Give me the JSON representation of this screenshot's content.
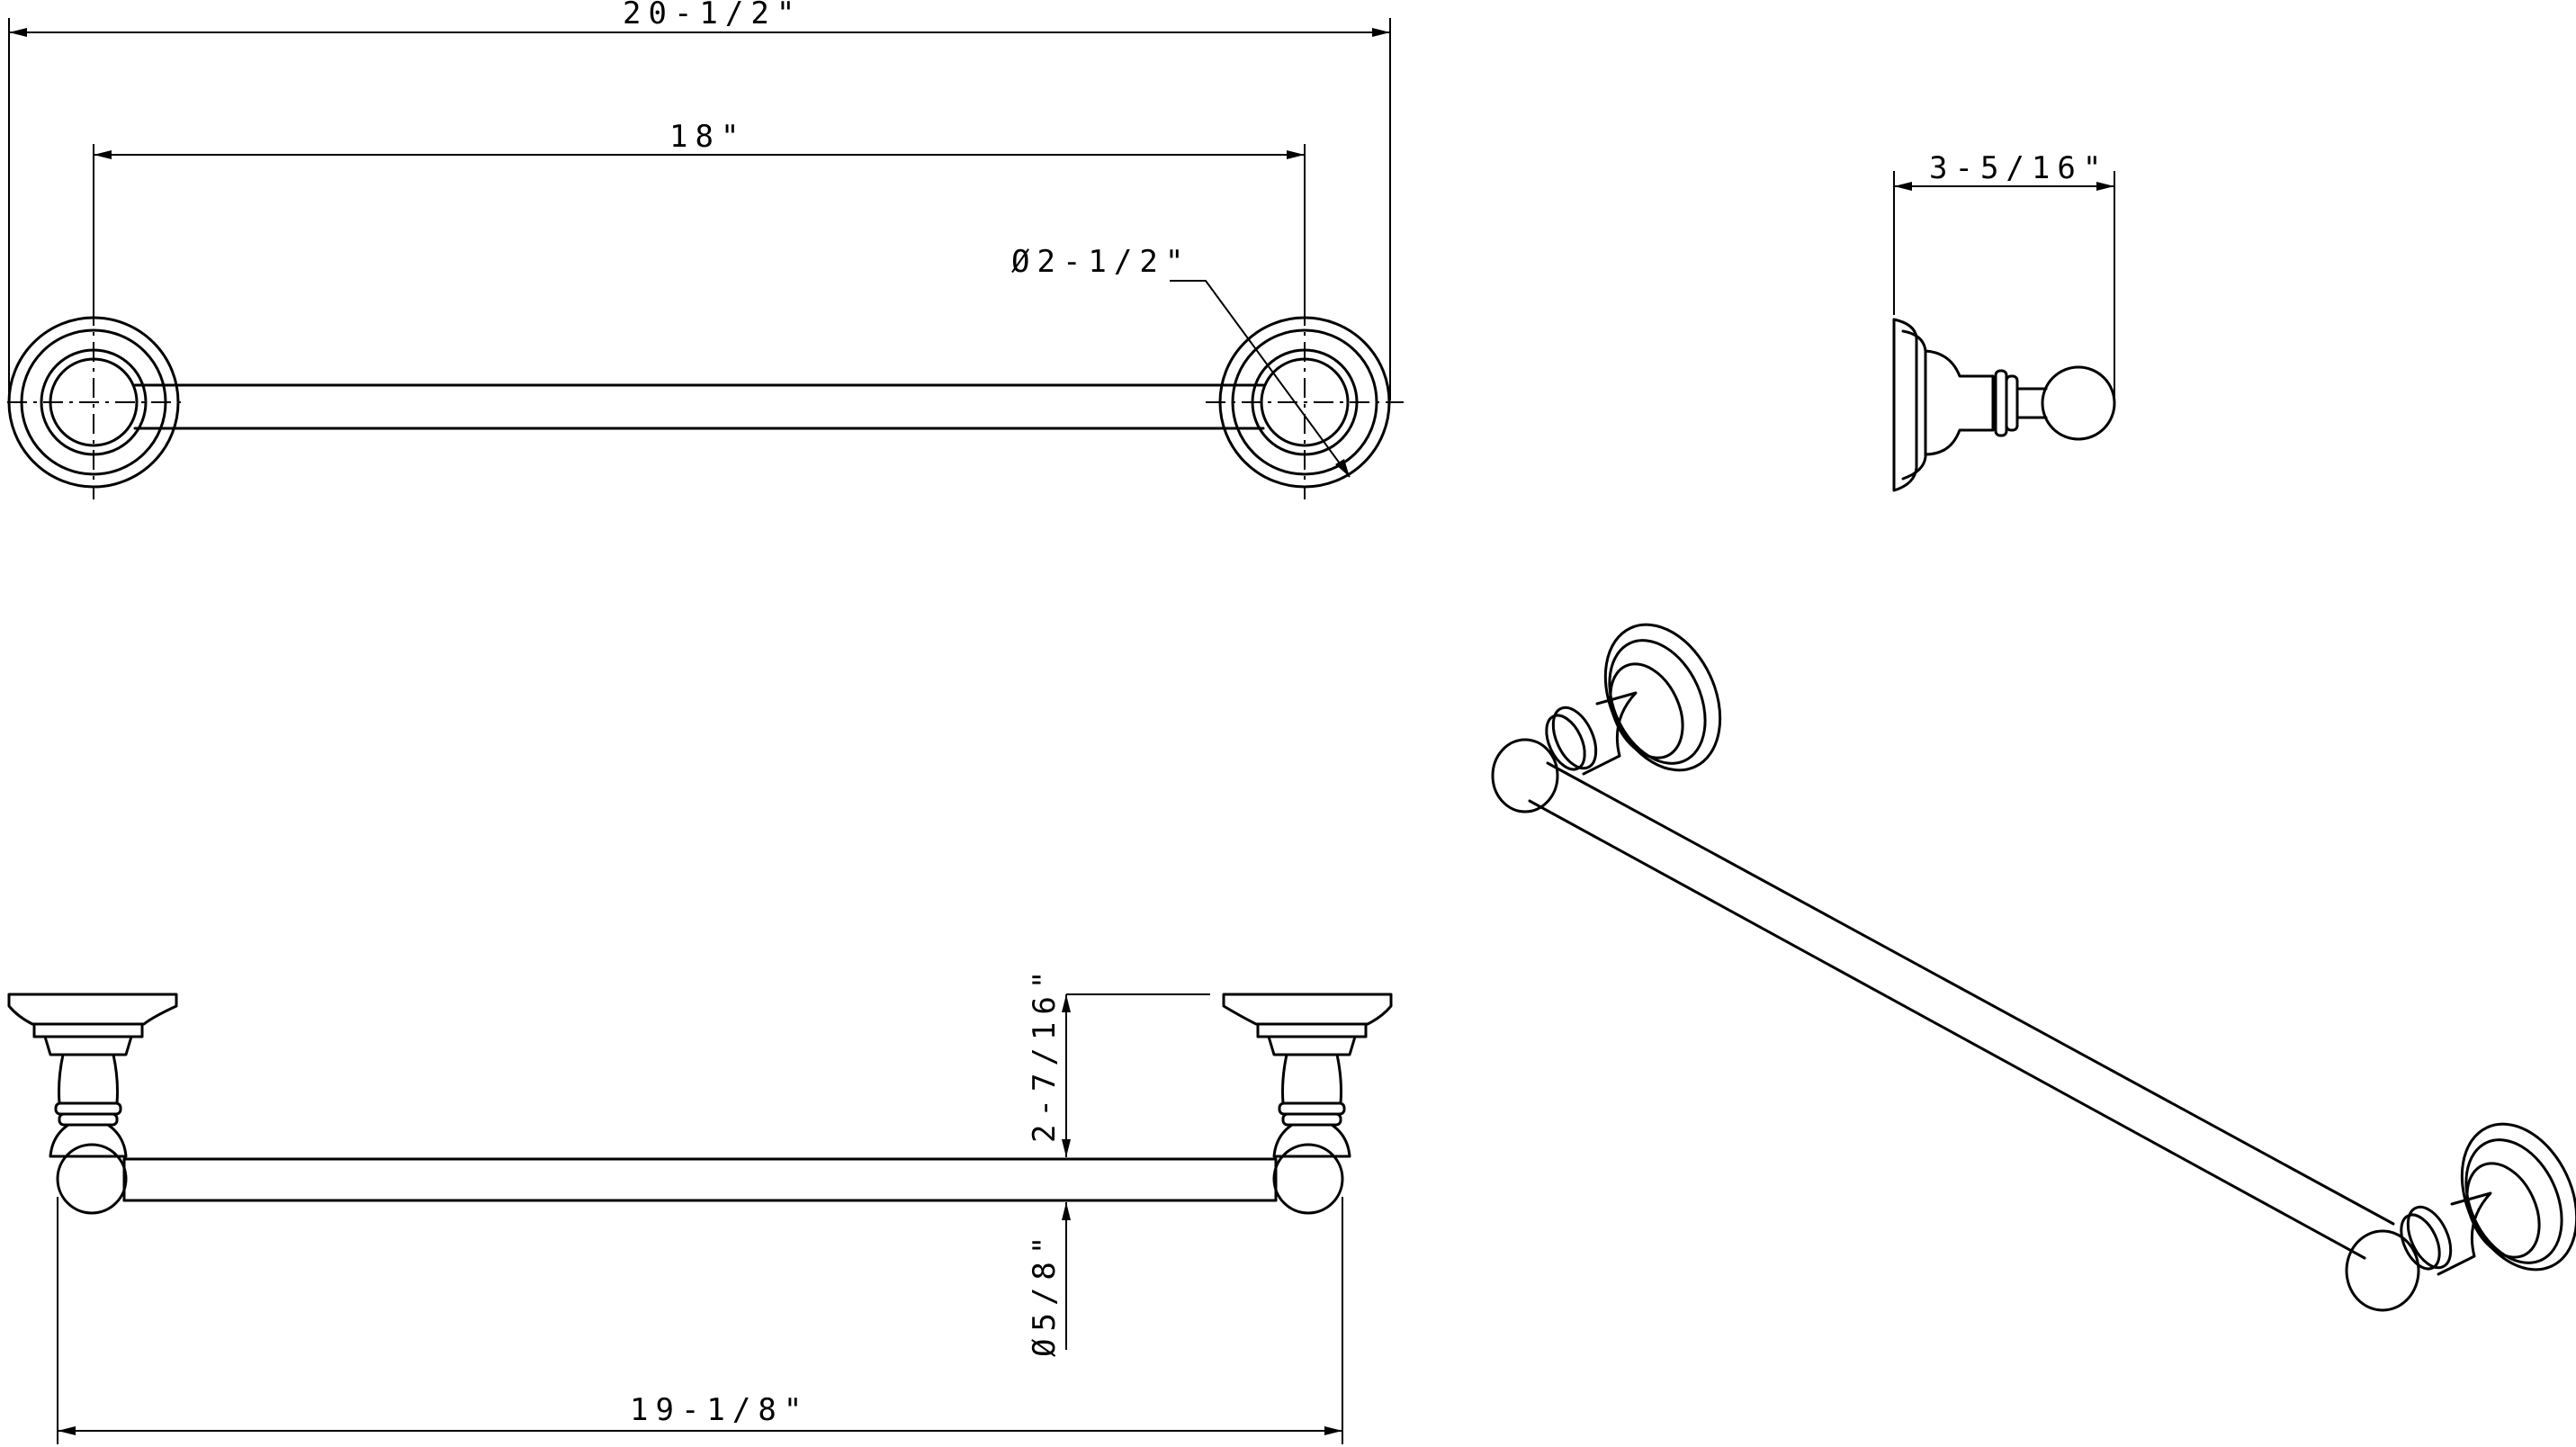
{
  "dimensions": {
    "overall_width": "20-1/2\"",
    "post_spacing": "18\"",
    "flange_diameter": "Ø2-1/2\"",
    "projection": "3-5/16\"",
    "bar_height": "2-7/16\"",
    "bar_diameter": "Ø5/8\"",
    "bar_length": "19-1/8\""
  }
}
